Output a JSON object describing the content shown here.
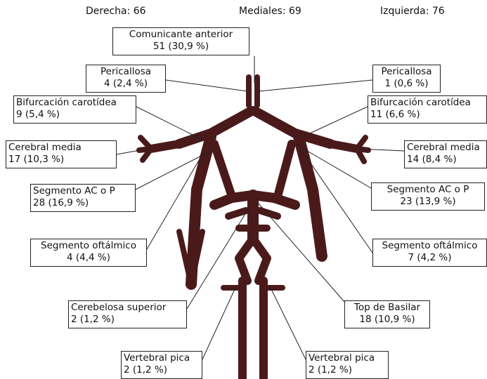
{
  "colors": {
    "vessel": "#4a1a1a",
    "line": "#222222",
    "box_border": "#222222"
  },
  "header": {
    "right": "Derecha: 66",
    "medial": "Mediales: 69",
    "left": "Izquierda: 76"
  },
  "labels": {
    "comunicante_anterior": {
      "name": "Comunicante anterior",
      "value": "51 (30,9 %)"
    },
    "pericallosa_r": {
      "name": "Pericallosa",
      "value": "4 (2,4 %)"
    },
    "pericallosa_l": {
      "name": "Pericallosa",
      "value": "1 (0,6 %)"
    },
    "bifurcacion_r": {
      "name": "Bifurcación carotídea",
      "value": "9 (5,4 %)"
    },
    "bifurcacion_l": {
      "name": "Bifurcación carotídea",
      "value": "11 (6,6 %)"
    },
    "cerebral_media_r": {
      "name": "Cerebral media",
      "value": "17 (10,3 %)"
    },
    "cerebral_media_l": {
      "name": "Cerebral media",
      "value": "14 (8,4 %)"
    },
    "segmento_acp_r": {
      "name": "Segmento AC o P",
      "value": "28 (16,9 %)"
    },
    "segmento_acp_l": {
      "name": "Segmento AC o P",
      "value": "23 (13,9 %)"
    },
    "oftalmico_r": {
      "name": "Segmento oftálmico",
      "value": "4 (4,4 %)"
    },
    "oftalmico_l": {
      "name": "Segmento oftálmico",
      "value": "7 (4,2 %)"
    },
    "cerebelosa_superior": {
      "name": "Cerebelosa superior",
      "value": "2 (1,2 %)"
    },
    "top_basilar": {
      "name": "Top de Basilar",
      "value": "18 (10,9 %)"
    },
    "vertebral_pica_r": {
      "name": "Vertebral pica",
      "value": "2 (1,2 %)"
    },
    "vertebral_pica_l": {
      "name": "Vertebral pica",
      "value": "2 (1,2 %)"
    }
  }
}
